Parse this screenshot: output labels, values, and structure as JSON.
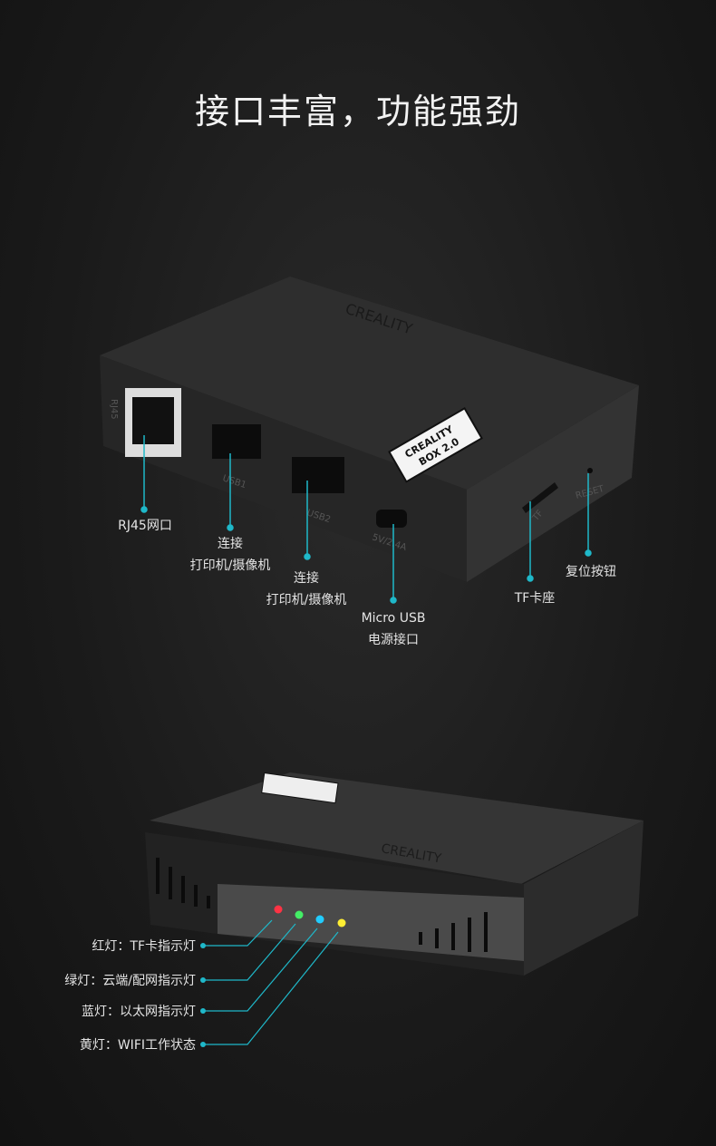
{
  "title": "接口丰富，功能强劲",
  "device_top": {
    "brand_label": "CREALITY",
    "sticker": [
      "CREALITY",
      "BOX 2.0"
    ],
    "port_prints": [
      "RJ45",
      "USB1",
      "USB2",
      "5V/2.4A",
      "TF",
      "RESET"
    ],
    "callouts": [
      {
        "lines": [
          "RJ45网口"
        ]
      },
      {
        "lines": [
          "连接",
          "打印机/摄像机"
        ]
      },
      {
        "lines": [
          "连接",
          "打印机/摄像机"
        ]
      },
      {
        "lines": [
          "Micro USB",
          "电源接口"
        ]
      },
      {
        "lines": [
          "TF卡座"
        ]
      },
      {
        "lines": [
          "复位按钮"
        ]
      }
    ]
  },
  "device_bottom": {
    "brand_label": "CREALITY",
    "leds": [
      {
        "label": "红灯：TF卡指示灯",
        "color": "#ff3344"
      },
      {
        "label": "绿灯：云端/配网指示灯",
        "color": "#44ee66"
      },
      {
        "label": "蓝灯：以太网指示灯",
        "color": "#22ccff"
      },
      {
        "label": "黄灯：WIFI工作状态",
        "color": "#ffee33"
      }
    ]
  },
  "accent_color": "#1fb8c9"
}
